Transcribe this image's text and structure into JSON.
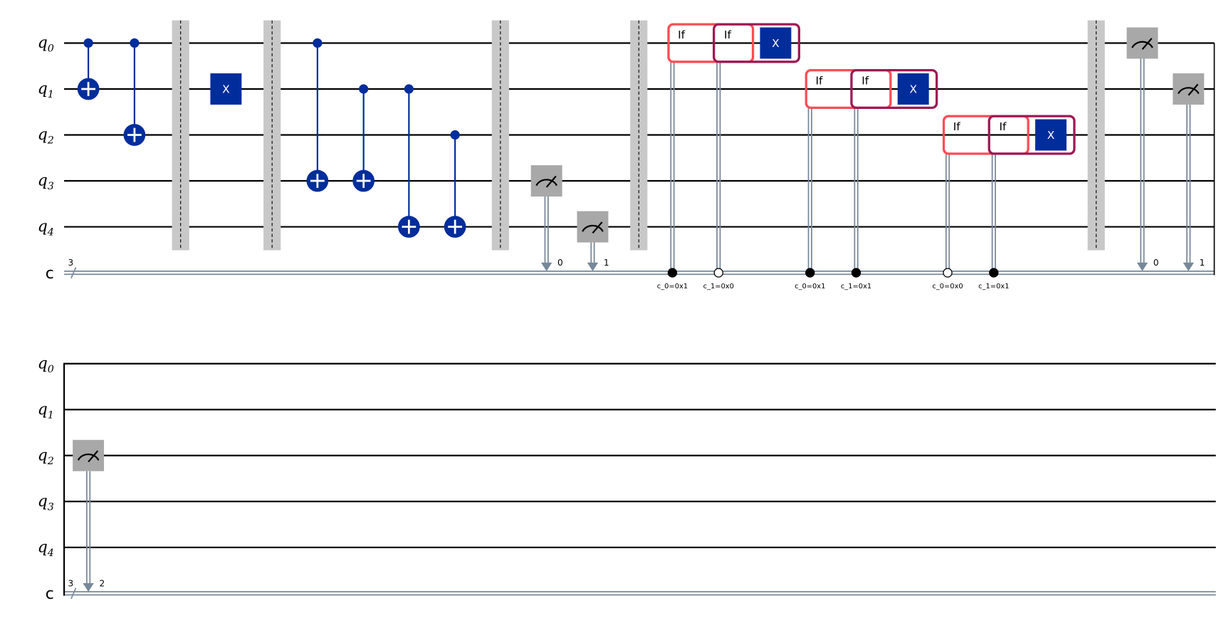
{
  "colors": {
    "gate_blue": "#002D9C",
    "if_outer": "#FA4D56",
    "if_inner": "#9F1853",
    "measure": "#A8A8A8",
    "classical": "#778899",
    "barrier": "#C8C8C8"
  },
  "qubits": [
    "q0",
    "q1",
    "q2",
    "q3",
    "q4"
  ],
  "classical": {
    "name": "c",
    "size": "3"
  },
  "rows": [
    {
      "gates": [
        {
          "type": "cx",
          "control": 0,
          "target": 1
        },
        {
          "type": "cx",
          "control": 0,
          "target": 2
        },
        {
          "type": "barrier"
        },
        {
          "type": "x",
          "qubit": 1,
          "label": "X"
        },
        {
          "type": "barrier"
        },
        {
          "type": "cx",
          "control": 0,
          "target": 3
        },
        {
          "type": "cx",
          "control": 1,
          "target": 3
        },
        {
          "type": "cx",
          "control": 1,
          "target": 4
        },
        {
          "type": "cx",
          "control": 2,
          "target": 4
        },
        {
          "type": "barrier"
        },
        {
          "type": "measure",
          "qubit": 3,
          "clbit": "0"
        },
        {
          "type": "measure",
          "qubit": 4,
          "clbit": "1"
        },
        {
          "type": "barrier"
        },
        {
          "type": "if",
          "qubit": 0,
          "labels": [
            "If",
            "If"
          ],
          "gate": "X",
          "conditions": [
            {
              "label": "c_0=0x1",
              "value": 1
            },
            {
              "label": "c_1=0x0",
              "value": 0
            }
          ]
        },
        {
          "type": "if",
          "qubit": 1,
          "labels": [
            "If",
            "If"
          ],
          "gate": "X",
          "conditions": [
            {
              "label": "c_0=0x1",
              "value": 1
            },
            {
              "label": "c_1=0x1",
              "value": 1
            }
          ]
        },
        {
          "type": "if",
          "qubit": 2,
          "labels": [
            "If",
            "If"
          ],
          "gate": "X",
          "conditions": [
            {
              "label": "c_0=0x0",
              "value": 0
            },
            {
              "label": "c_1=0x1",
              "value": 1
            }
          ]
        },
        {
          "type": "barrier"
        },
        {
          "type": "measure",
          "qubit": 0,
          "clbit": "0"
        },
        {
          "type": "measure",
          "qubit": 1,
          "clbit": "1"
        }
      ]
    },
    {
      "gates": [
        {
          "type": "measure",
          "qubit": 2,
          "clbit": "2"
        }
      ]
    }
  ]
}
